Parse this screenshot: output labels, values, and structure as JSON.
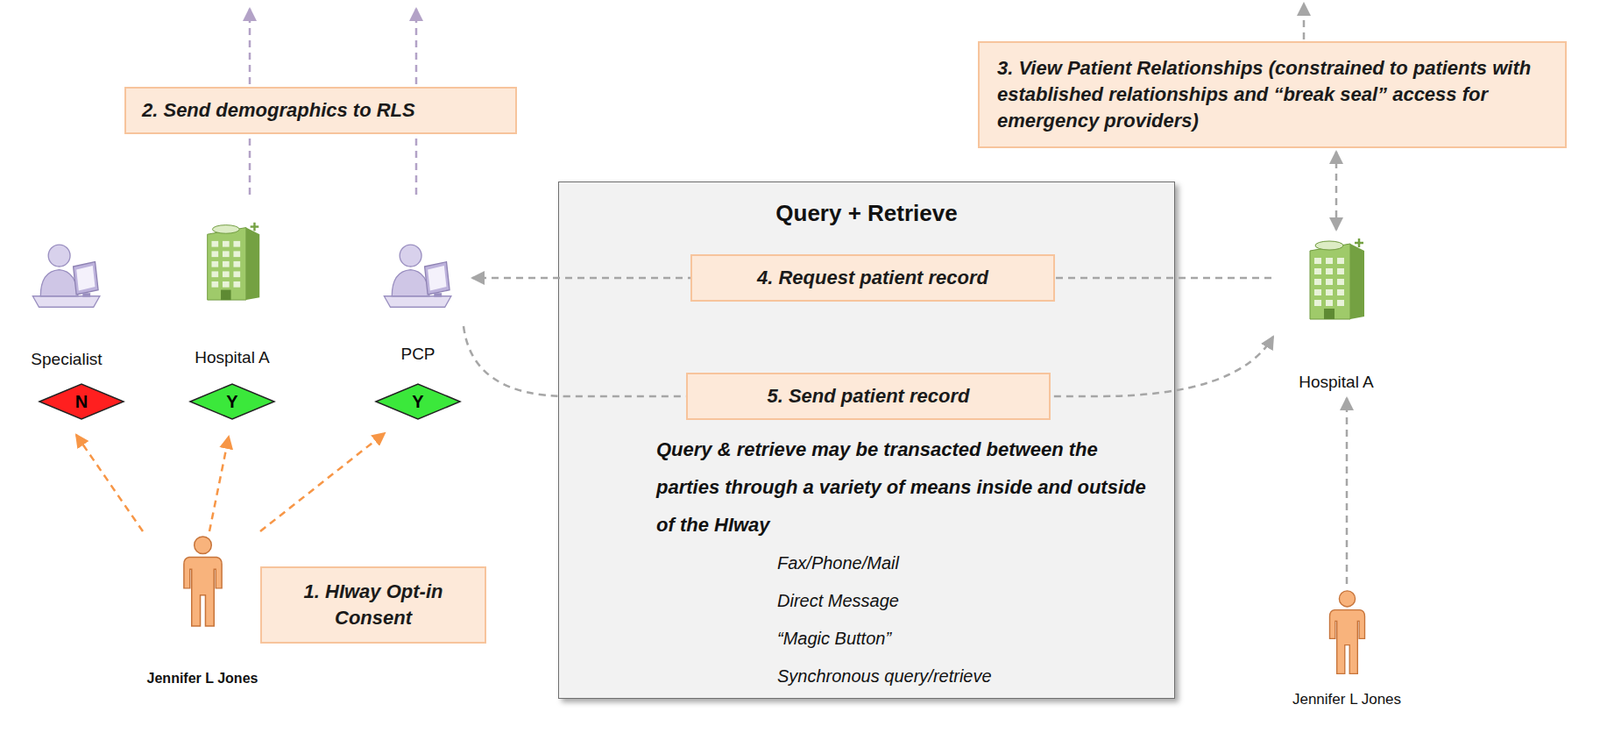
{
  "diagram": {
    "nodes": [
      {
        "text": [
          "2. Send demographics to RLS"
        ]
      },
      {
        "text": [
          "3. View Patient Relationships (constrained to patients with established relationships and “break seal” access for emergency providers)"
        ]
      },
      {
        "text": [
          "Specialist"
        ]
      },
      {
        "text": [
          "Hospital A"
        ]
      },
      {
        "text": [
          "PCP"
        ]
      },
      {
        "text": [
          "Query + Retrieve",
          "Query & retrieve may be transacted between the parties through a variety of means inside and outside of the HIway",
          "Fax/Phone/Mail",
          "Direct Message",
          "“Magic Button”",
          "Synchronous query/retrieve"
        ]
      },
      {
        "text": [
          "Hospital A"
        ]
      },
      {
        "text": [
          "N"
        ]
      },
      {
        "text": [
          "Y"
        ]
      },
      {
        "text": [
          "Y"
        ]
      },
      {
        "text": [
          "1. HIway Opt-in Consent"
        ]
      },
      {
        "text": [
          "Jennifer L Jones"
        ]
      },
      {
        "text": [
          "Jennifer L Jones"
        ]
      }
    ],
    "edges": [
      {
        "from": 11,
        "to": 7,
        "arrow": "to"
      },
      {
        "from": 11,
        "to": 8,
        "arrow": "to"
      },
      {
        "from": 11,
        "to": 9,
        "arrow": "to"
      },
      {
        "from": 6,
        "to": 4,
        "label": "4. Request patient record",
        "arrow": "to"
      },
      {
        "from": 4,
        "to": 6,
        "label": "5. Send patient record",
        "arrow": "to"
      },
      {
        "from": 6,
        "to": 1,
        "arrow": "both"
      },
      {
        "from": 12,
        "to": 6,
        "arrow": "to"
      }
    ]
  }
}
